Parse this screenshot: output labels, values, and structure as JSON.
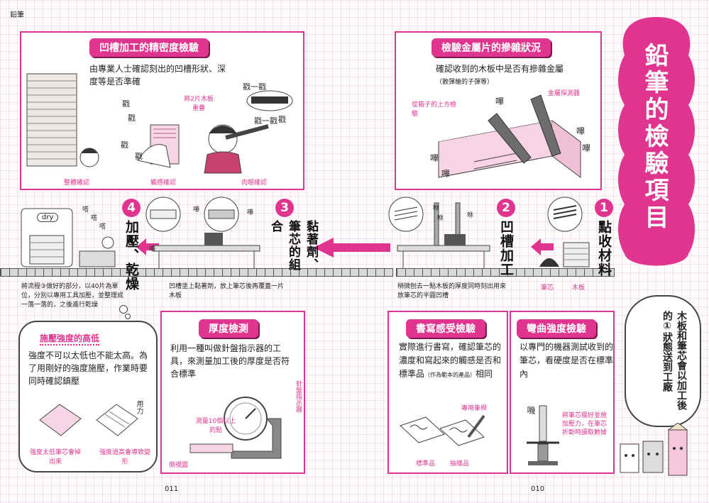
{
  "header": {
    "running_title": "鉛筆"
  },
  "main_title": "鉛筆的檢驗項目",
  "panels": {
    "groove_check": {
      "title": "凹槽加工的精密度檢驗",
      "text": "由專業人士確認刻出的凹槽形狀、深度等是否準確",
      "note": "將2片木板重疊",
      "labels": [
        "整體確認",
        "觸感確認",
        "肉眼確認"
      ],
      "sfx": [
        "戳",
        "戳",
        "戳",
        "戳",
        "戳",
        "戳一戳",
        "戳一戳"
      ]
    },
    "metal_check": {
      "title": "檢驗金屬片的摻雜狀況",
      "text": "確認收到的木板中是否有摻雜金屬",
      "subtext": "（散彈槍的子彈等）",
      "label_box": "從箱子的上方檢驗",
      "label_detector": "金屬探測器",
      "sfx": "嗶"
    },
    "thickness_check": {
      "title": "厚度檢測",
      "text": "利用一種叫做針盤指示器的工具，來測量加工後的厚度是否符合標準",
      "label_points": "測量10個以上的點",
      "label_board": "側視圖",
      "label_gauge": "針盤指示器"
    },
    "writing_check": {
      "title": "書寫感受檢驗",
      "text_main": "實際進行書寫，確認筆芯的濃度和寫起來的觸感是否和標準品",
      "text_small": "（作為範本的產品）",
      "text_end": "相同",
      "label_pen": "專用筆桿",
      "labels": [
        "標準品",
        "抽樣品"
      ]
    },
    "bending_check": {
      "title": "彎曲強度檢驗",
      "text": "以專門的機器測試收到的筆芯，看硬度是否在標準內",
      "note": "將筆芯擺好並施加壓力，在筆芯折斷時讀取數據",
      "sfx": "嘰"
    },
    "coating_strength": {
      "title": "施壓強度的高低",
      "text": "強度不可以太低也不能太高。為了用剛好的強度施壓，作業時要同時確認鎮壓",
      "labels": [
        "強度太低筆芯會掉出來",
        "強度過高會導致變形"
      ],
      "sfx": "用力"
    }
  },
  "process": {
    "steps": [
      {
        "num": "1",
        "label": "點收材料"
      },
      {
        "num": "2",
        "label": "凹槽加工"
      },
      {
        "num": "3",
        "label": "黏著劑、筆芯的組合"
      },
      {
        "num": "4",
        "label": "加壓、乾燥"
      }
    ],
    "captions": {
      "step2": "稍微刨去一點木板的厚度同時刻出用來放筆芯的半圓凹槽",
      "step3": "凹槽塗上黏著劑，放上筆芯後再覆蓋一片木板",
      "step4": "將流程③做好的部分，以40片為單位，分別以專用工具加壓，並整理成一落一落的，之後進行乾燥",
      "lead": "筆芯",
      "wood": "木板",
      "dryer": "dry"
    },
    "sfx": [
      "咻",
      "咻",
      "咻",
      "嘩",
      "嘩",
      "嘩",
      "嗒",
      "嗒",
      "嗒"
    ]
  },
  "speech": "木板和筆芯會以加工後的①狀態送到工廠",
  "pages": {
    "left": "011",
    "right": "010"
  },
  "colors": {
    "accent": "#e0358f",
    "dark": "#7a1a4c"
  }
}
